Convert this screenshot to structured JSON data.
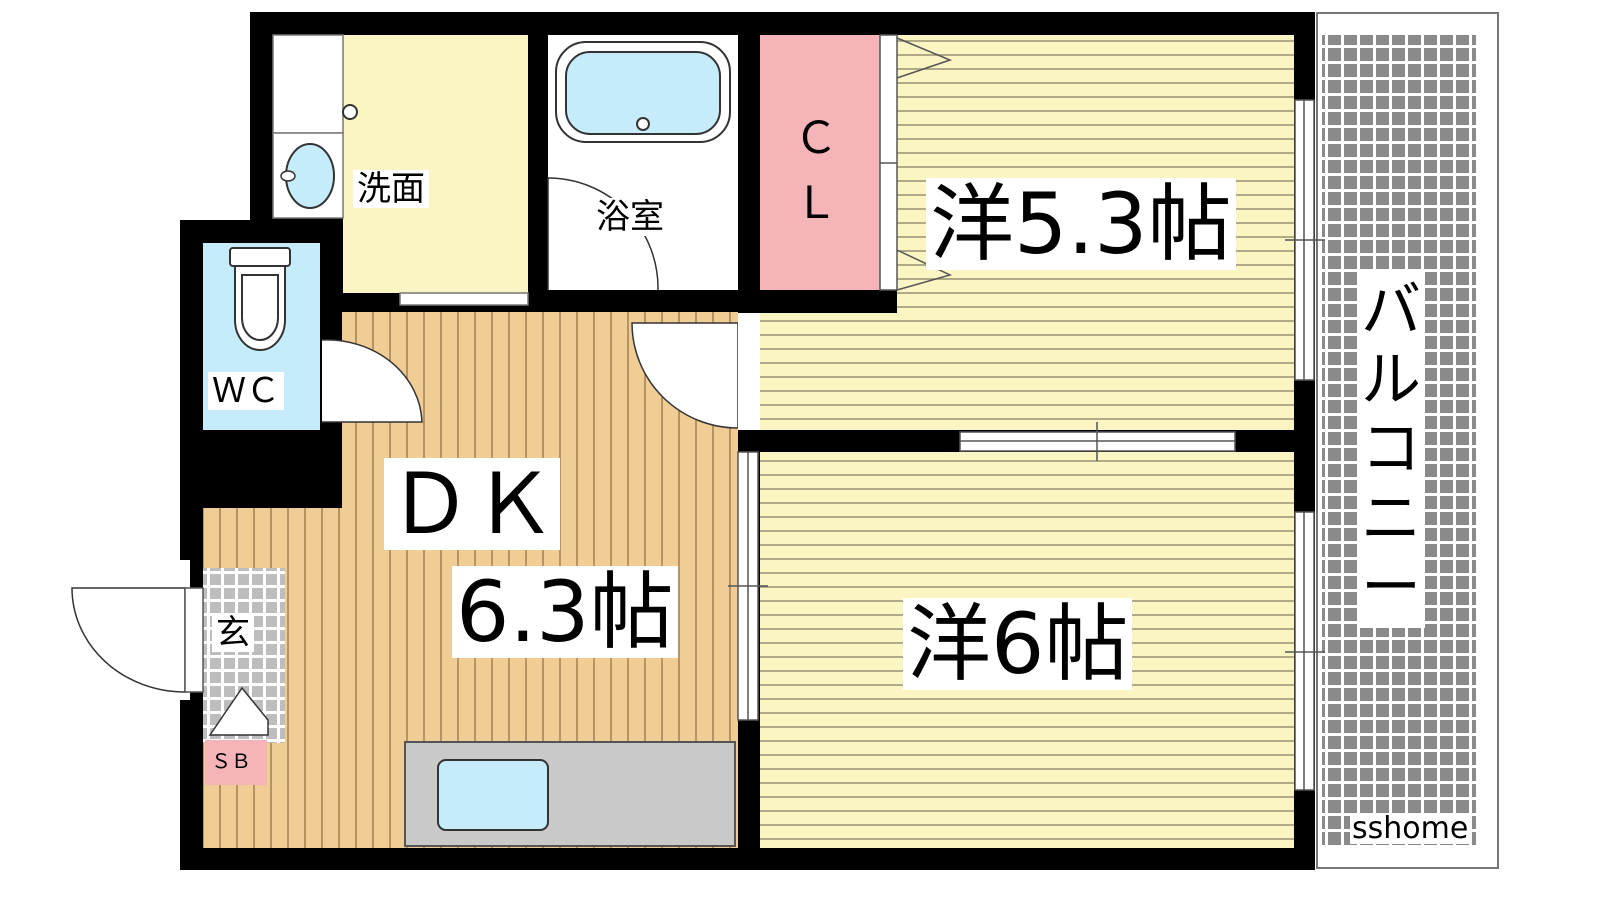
{
  "floor_plan": {
    "rooms": {
      "western_a": {
        "label": "洋5.3帖"
      },
      "western_b": {
        "label": "洋6帖"
      },
      "dining_kitchen": {
        "label": "ＤＫ",
        "size": "6.3帖"
      },
      "closet": {
        "label_line1": "Ｃ",
        "label_line2": "Ｌ"
      },
      "bath": {
        "label": "浴室"
      },
      "washroom": {
        "label": "洗面"
      },
      "toilet": {
        "label": "ＷＣ"
      },
      "entrance": {
        "label": "玄"
      },
      "shoe_box": {
        "label": "ＳＢ"
      },
      "balcony": {
        "chars": [
          "バ",
          "ル",
          "コ",
          "ニ",
          "ー"
        ]
      }
    },
    "watermark": "sshome",
    "colors": {
      "wall": "#000000",
      "floor_wood": "#f0cd94",
      "floor_wood_line": "#9a7a50",
      "tatami_yellow": "#fbf4c3",
      "tatami_line": "#8f8a6c",
      "wet_area_blue": "#c6ecfb",
      "closet_pink": "#f5b5b8",
      "kitchen_gray": "#c9c9c9",
      "balcony_grid": "#8a8a8a",
      "washroom_yellow": "#fbf4c3"
    }
  }
}
